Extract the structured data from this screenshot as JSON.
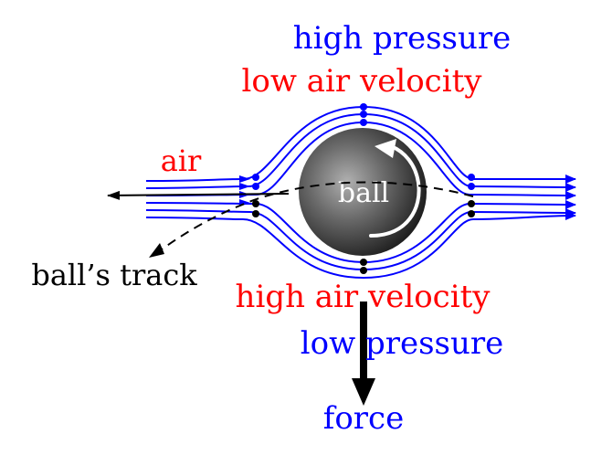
{
  "labels": {
    "high_pressure": "high pressure",
    "low_air_velocity": "low air velocity",
    "air": "air",
    "ball": "ball",
    "balls_track": "ball’s track",
    "high_air_velocity": "high air velocity",
    "low_pressure": "low pressure",
    "force": "force"
  },
  "colors": {
    "streamline": "#0000ff",
    "blue_text": "#0000ff",
    "red_text": "#ff0000",
    "black": "#000000",
    "ball_highlight": "#9a9a9a",
    "ball_shadow": "#1a1a1a",
    "spin_arrow": "#ffffff"
  },
  "icons": {
    "spin": "curved-rotation-arrow",
    "force": "down-arrow"
  }
}
